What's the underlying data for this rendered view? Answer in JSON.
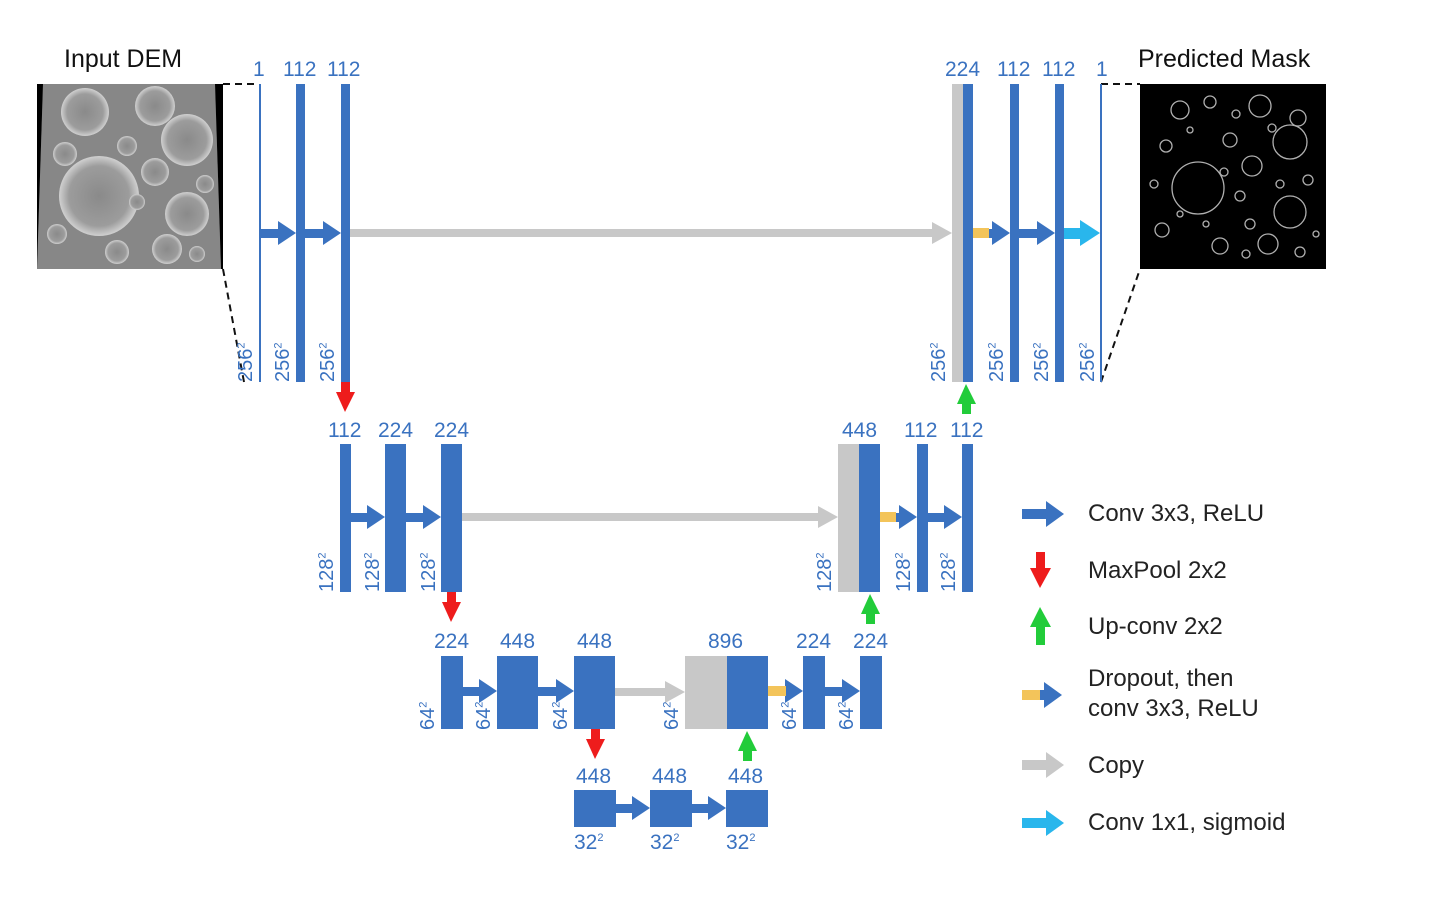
{
  "headers": {
    "input": "Input DEM",
    "output": "Predicted Mask"
  },
  "channels": {
    "l1_in": "1",
    "l1_a": "112",
    "l1_b": "112",
    "l1_up": "224",
    "l1_c": "112",
    "l1_d": "112",
    "l1_out": "1",
    "l2_a": "112",
    "l2_b": "224",
    "l2_c": "224",
    "l2_up": "448",
    "l2_d": "112",
    "l2_e": "112",
    "l3_a": "224",
    "l3_b": "448",
    "l3_c": "448",
    "l3_up": "896",
    "l3_d": "224",
    "l3_e": "224",
    "l4_a": "448",
    "l4_b": "448",
    "l4_c": "448"
  },
  "sizes": {
    "l1_base": "256",
    "l2_base": "128",
    "l3_base": "64",
    "l4_base": "32",
    "exp": "2"
  },
  "legend": {
    "conv": "Conv 3x3, ReLU",
    "maxpool": "MaxPool 2x2",
    "upconv": "Up-conv 2x2",
    "dropout_1": "Dropout, then",
    "dropout_2": "conv 3x3, ReLU",
    "copy": "Copy",
    "conv1x1": "Conv 1x1, sigmoid"
  },
  "colors": {
    "block": "#3a72c0",
    "copy": "#c8c8c8",
    "maxpool": "#ee1c1c",
    "upconv": "#22cc3a",
    "dropout": "#f3c45a",
    "conv1x1": "#29b6ec"
  }
}
